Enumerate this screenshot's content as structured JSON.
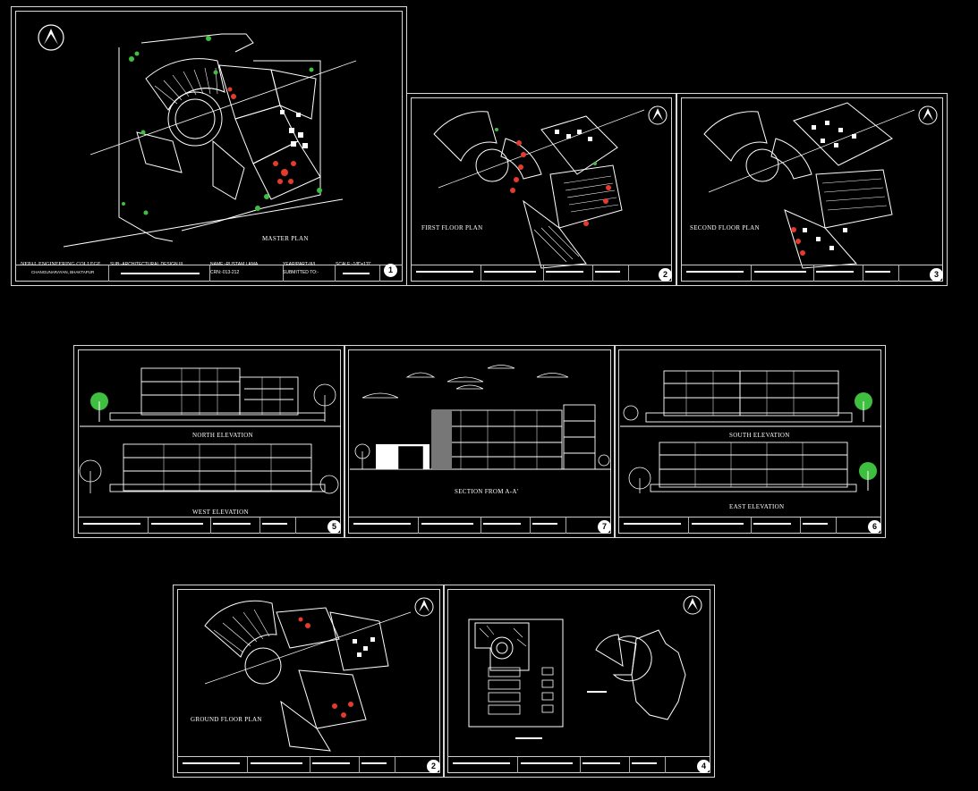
{
  "sheets": {
    "master": {
      "title": "MASTER PLAN",
      "number": "1",
      "college": "NEPAL ENGINEERING COLLEGE",
      "address": "CHANGUNARAYAN, BHAKTAPUR",
      "subject": "SUB:-ARCHITECTURAL DESIGN III",
      "name": "NAME:-RUSTAM LAMA",
      "crn": "CRN:-013-212",
      "year": "YEAR/PART-III/I",
      "submitted": "SUBMITTED TO:-",
      "scale": "SCALE:-1/8\"=1'0\""
    },
    "first_floor": {
      "title": "FIRST FLOOR PLAN",
      "number": "2"
    },
    "second_floor": {
      "title": "SECOND FLOOR PLAN",
      "number": "3"
    },
    "elev_nw": {
      "title_top": "NORTH ELEVATION",
      "title_bottom": "WEST ELEVATION",
      "number": "5"
    },
    "section": {
      "title": "SECTION FROM A-A'",
      "number": "7"
    },
    "elev_se": {
      "title_top": "SOUTH ELEVATION",
      "title_bottom": "EAST ELEVATION",
      "number": "6"
    },
    "ground_floor": {
      "title": "GROUND FLOOR PLAN",
      "number": "2"
    },
    "site": {
      "number": "4"
    }
  },
  "colors": {
    "background": "#000000",
    "linework": "#ffffff",
    "furniture": "#e53b2f",
    "trees": "#3fbf3f"
  }
}
